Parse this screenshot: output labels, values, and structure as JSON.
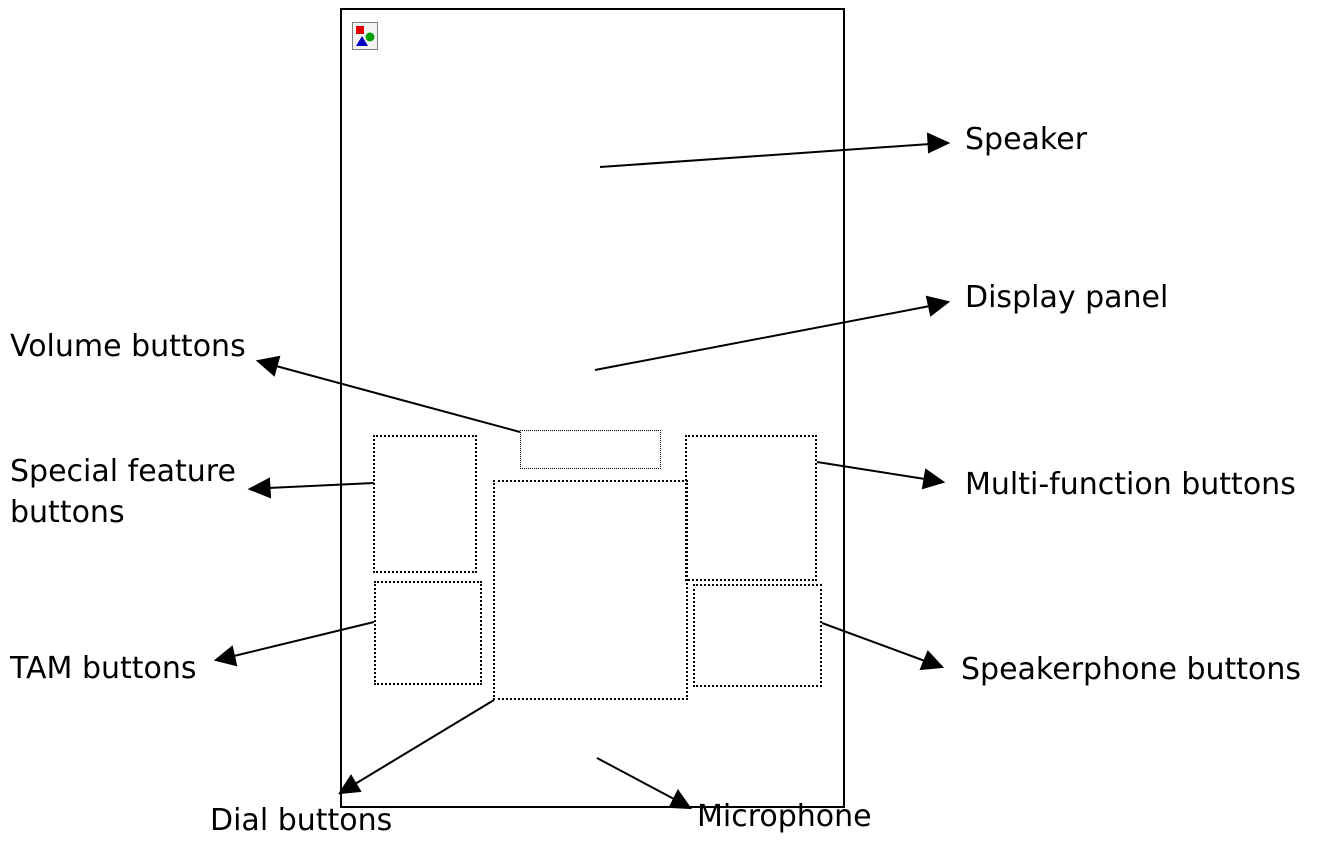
{
  "labels": {
    "speaker": "Speaker",
    "display_panel": "Display panel",
    "volume_buttons": "Volume buttons",
    "special_feature_line1": "Special feature",
    "special_feature_line2": "buttons",
    "multi_function_buttons": "Multi-function buttons",
    "tam_buttons": "TAM buttons",
    "speakerphone_buttons": "Speakerphone buttons",
    "dial_buttons": "Dial buttons",
    "microphone": "Microphone"
  },
  "icons": {
    "placeholder_image": "broken-image-icon"
  },
  "colors": {
    "line": "#000000",
    "background": "#ffffff"
  }
}
